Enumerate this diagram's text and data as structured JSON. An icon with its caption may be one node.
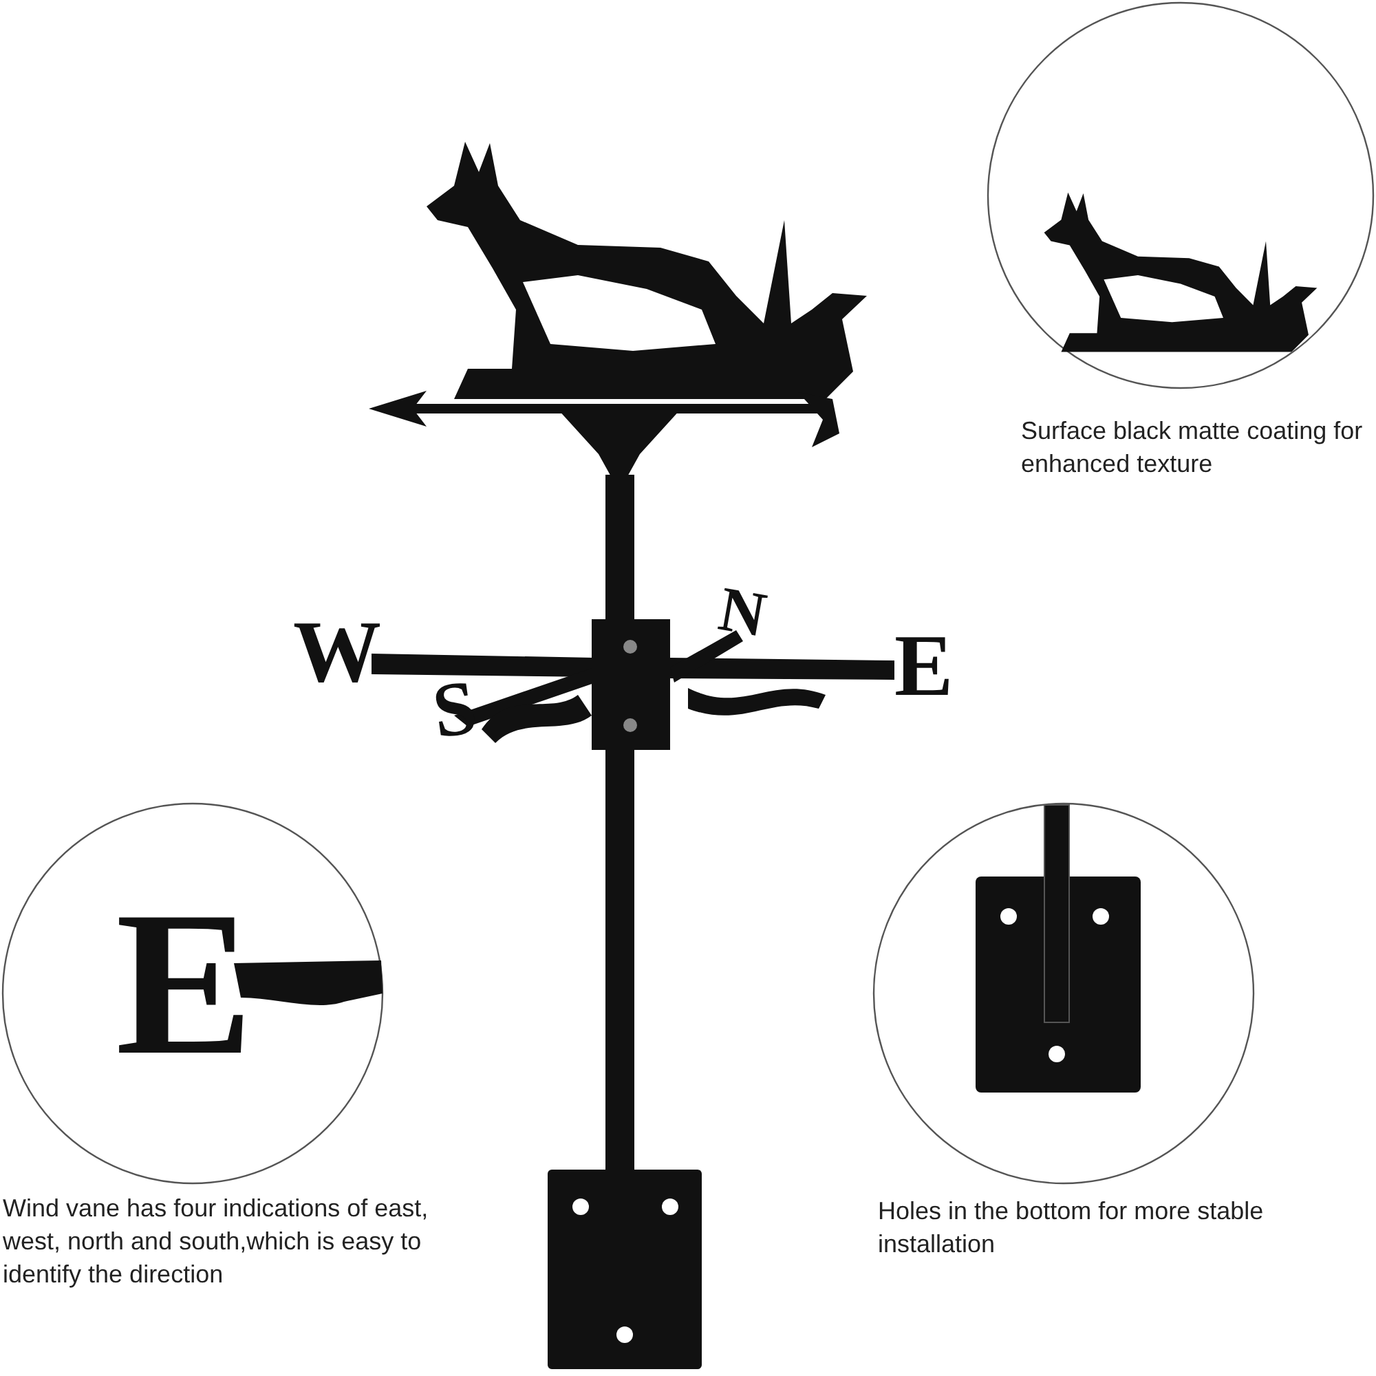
{
  "diagram": {
    "labels": [
      "Surface black matte coating for enhanced texture",
      "W",
      "S",
      "N",
      "E",
      "E",
      "Wind vane has four indications of east, west, north and south,which is easy to identify the direction",
      "Holes in the bottom for more stable installation"
    ]
  }
}
